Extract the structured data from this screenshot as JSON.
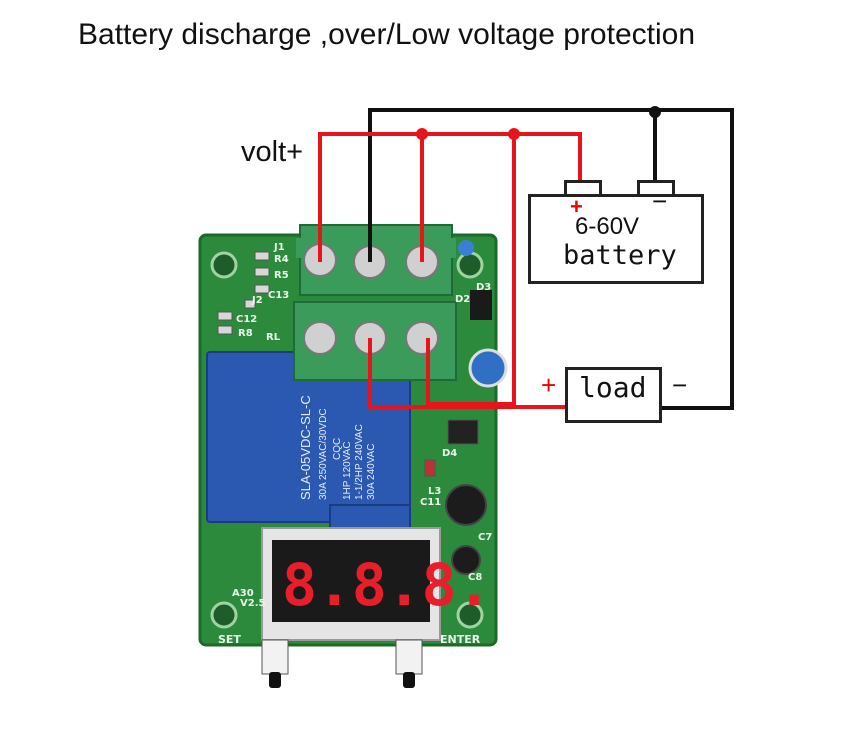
{
  "title": "Battery discharge ,over/Low voltage protection",
  "volt_label": "volt+",
  "battery": {
    "plus": "+",
    "minus": "−",
    "voltage": "6-60V",
    "name": "battery"
  },
  "load": {
    "name": "load",
    "plus": "+",
    "minus": "−"
  },
  "relay": {
    "text_lines": [
      "SLA-05VDC-SL-C",
      "30A 250VAC/30VDC",
      "1HP 120VAC",
      "1-1/2HP 240VAC",
      "30A 240VAC"
    ],
    "cert": "CQC"
  },
  "display": {
    "digits": "8.8.8."
  },
  "pcb_labels": {
    "j1": "J1",
    "r4": "R4",
    "r5": "R5",
    "c13": "C13",
    "j2": "J2",
    "c12": "C12",
    "r8": "R8",
    "rl": "RL",
    "d2": "D2",
    "d3": "D3",
    "d4": "D4",
    "l3": "L3",
    "c11": "C11",
    "c7": "C7",
    "c8": "C8",
    "a30": "A30",
    "v25": "V2.5",
    "set": "SET",
    "enter": "ENTER"
  },
  "colors": {
    "wire_red": "#e8141c",
    "wire_black": "#111111",
    "pcb_green": "#2c8a3c",
    "terminal_green": "#3a9b5a",
    "relay_blue": "#2b58b0"
  }
}
